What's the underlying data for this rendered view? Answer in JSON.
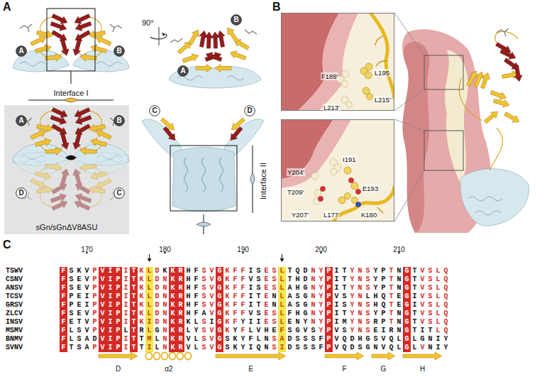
{
  "diagram": {
    "nodes": [
      {
        "text": [
          "A"
        ]
      },
      {
        "text": [
          "B"
        ]
      },
      {
        "text": [
          "B"
        ]
      },
      {
        "text": [
          "A"
        ]
      },
      {
        "text": [
          "sGn/sGnΔV8ASU"
        ]
      },
      {
        "text": [
          "A"
        ],
        "in": 4
      },
      {
        "text": [
          "B"
        ],
        "in": 4
      },
      {
        "text": [
          "D"
        ],
        "in": 4
      },
      {
        "text": [
          "C"
        ],
        "in": 4
      },
      {
        "text": [
          "C"
        ]
      },
      {
        "text": [
          "D"
        ]
      },
      {
        "text": [
          "L195",
          "F189'",
          "L215'",
          "L213'"
        ]
      },
      {
        "text": [
          "I191",
          "Y204'",
          "E193",
          "T209'",
          "K180",
          "L177",
          "Y207'"
        ]
      }
    ],
    "labels": [
      "A",
      "Interface I",
      "90°",
      "Interface II",
      "B",
      "C",
      "170",
      "180",
      "190",
      "200",
      "210",
      "TSWV",
      "FSKVPVIPITKLDKKRHFSVGKFFISESLTQDNYPITYNSYPTNGTVSLQ",
      "CSNV",
      "FSEVPVIPITKLDNKRHFSVGKFFVSESLTHDNYPITYNSYPTNGTVSLQ",
      "ANSV",
      "FSEVPVIPITKLDNKRHFSVGKFFISESLAHGNYPITYNSYPTNGTVSLQ",
      "TCSV",
      "FPEIPVIPITKLDNKRHFSVGKFFITENLASGNYPVSYNLHQTEGIVSLQ",
      "GRSV",
      "FPEIPVIPITKLDNKRHFSVGKFFITENLASGNYPISYNSHQTEGIVSLQ",
      "ZLCV",
      "FSEVPVIPITKLDNKRHFAVGKFFVSESLFHGNYPITYNSYPTNGTVSLQ",
      "INSV",
      "FETVPVIPITKIDNKRKLSIGKFYIIESLENYNYPIMYNSRPTNGTVSLQ",
      "MSMV",
      "FLSVPVIPLTRLGNKRLYSVGKYFLVHEFSGVSYPVSYNSEIRNGTITLQ",
      "BNMV",
      "FLSADVIPITTMLNKRVLSVGSKYFLNSADSSSFPVQDHGSVQLGLGNIY",
      "SVNV",
      "FTSAPVIPITTILNKRVLSVGSKYIQNSIDSSSFPVQDSGNVQLGLVNIY",
      "D",
      "α2",
      "E",
      "F",
      "G",
      "H"
    ]
  }
}
